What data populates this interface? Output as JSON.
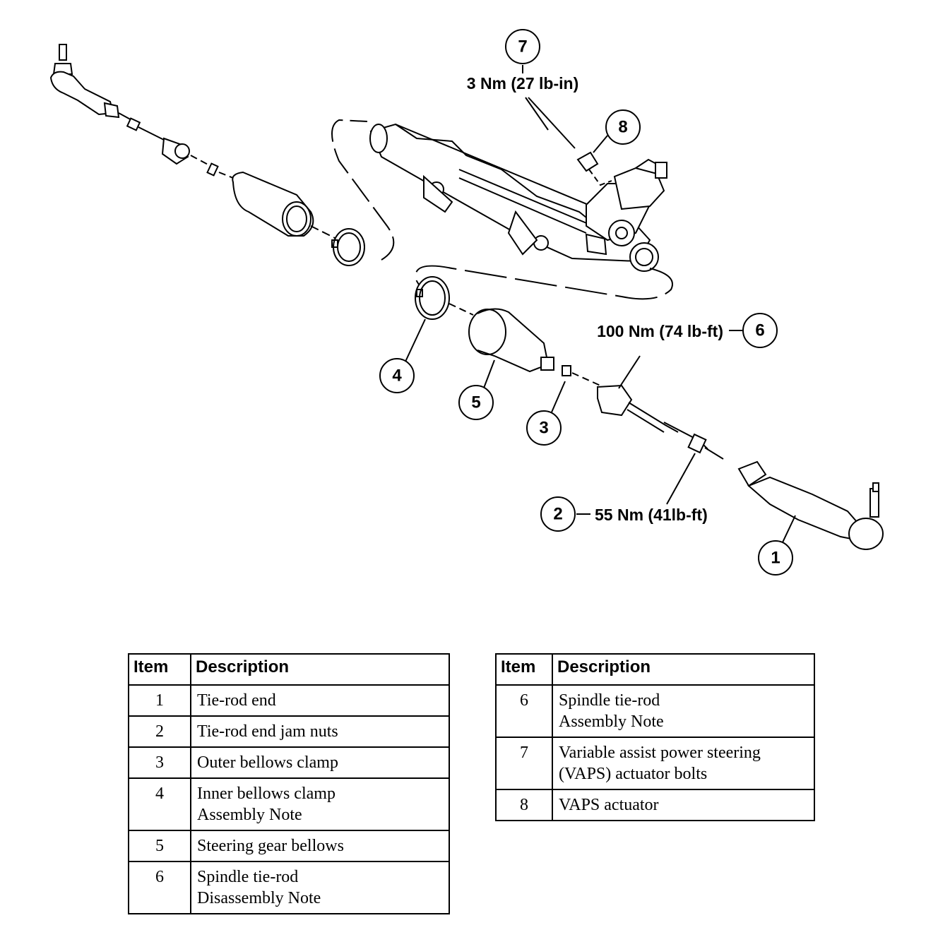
{
  "callouts": {
    "c1": "1",
    "c2": "2",
    "c3": "3",
    "c4": "4",
    "c5": "5",
    "c6": "6",
    "c7": "7",
    "c8": "8"
  },
  "torque_specs": {
    "item7": "3 Nm (27 lb-in)",
    "item6": "100 Nm (74 lb-ft)",
    "item2": "55 Nm (41lb-ft)"
  },
  "legend_left": {
    "header_item": "Item",
    "header_description": "Description",
    "rows": [
      {
        "item": "1",
        "desc": "Tie-rod end",
        "desc2": ""
      },
      {
        "item": "2",
        "desc": "Tie-rod end jam nuts",
        "desc2": ""
      },
      {
        "item": "3",
        "desc": "Outer bellows clamp",
        "desc2": ""
      },
      {
        "item": "4",
        "desc": "Inner bellows clamp",
        "desc2": "Assembly Note"
      },
      {
        "item": "5",
        "desc": "Steering gear bellows",
        "desc2": ""
      },
      {
        "item": "6",
        "desc": "Spindle tie-rod",
        "desc2": "Disassembly Note"
      }
    ]
  },
  "legend_right": {
    "header_item": "Item",
    "header_description": "Description",
    "rows": [
      {
        "item": "6",
        "desc": "Spindle tie-rod",
        "desc2": "Assembly Note"
      },
      {
        "item": "7",
        "desc": "Variable assist power steering",
        "desc2": "(VAPS) actuator bolts"
      },
      {
        "item": "8",
        "desc": "VAPS actuator",
        "desc2": ""
      }
    ]
  }
}
